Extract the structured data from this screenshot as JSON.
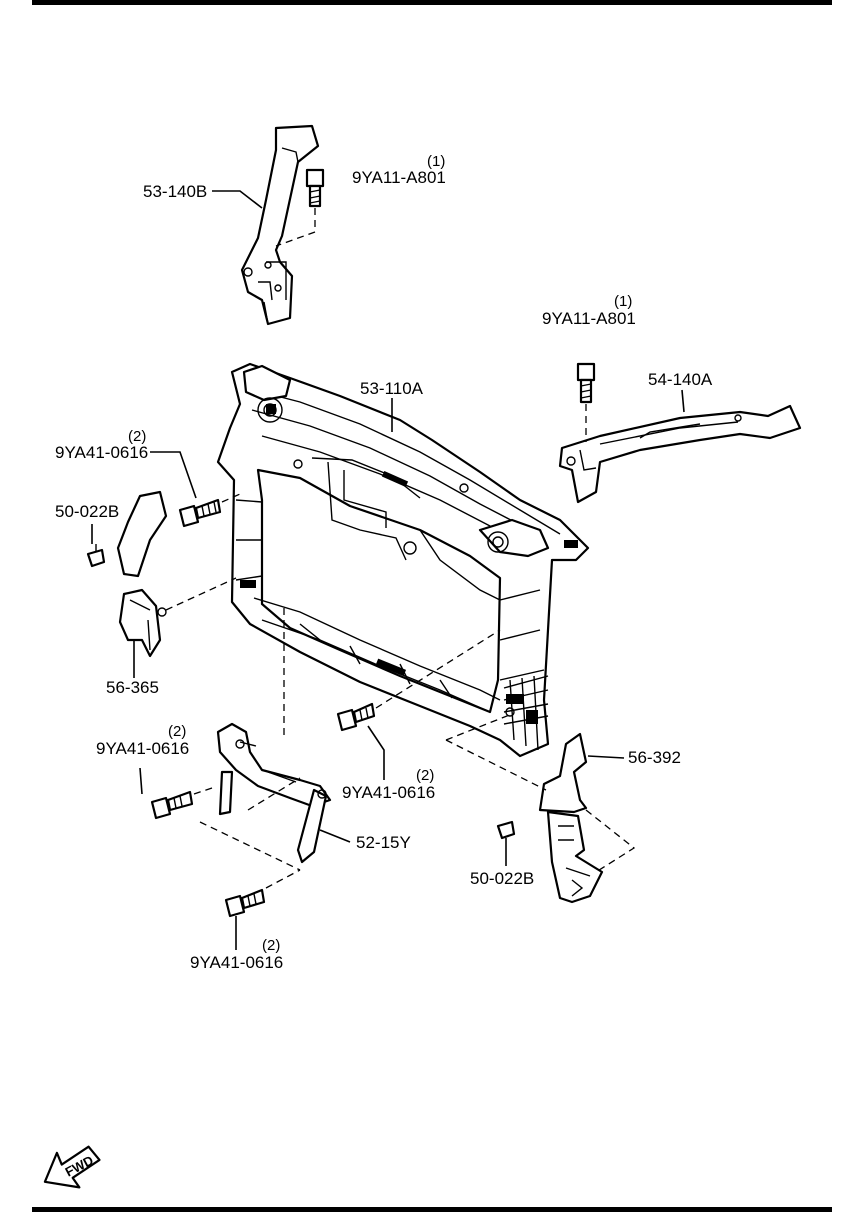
{
  "labels": {
    "p53_140b": "53-140B",
    "p54_140a": "54-140A",
    "p53_110a": "53-110A",
    "p50_022b_left": "50-022B",
    "p50_022b_right": "50-022B",
    "p56_365": "56-365",
    "p56_392": "56-392",
    "p52_15y": "52-15Y"
  },
  "fasteners": {
    "bolt_top_left": {
      "part": "9YA11-A801",
      "qty": "(1)"
    },
    "bolt_top_right": {
      "part": "9YA11-A801",
      "qty": "(1)"
    },
    "bolt_left_upper": {
      "part": "9YA41-0616",
      "qty": "(2)"
    },
    "bolt_left_lower": {
      "part": "9YA41-0616",
      "qty": "(2)"
    },
    "bolt_center": {
      "part": "9YA41-0616",
      "qty": "(2)"
    },
    "bolt_bottom": {
      "part": "9YA41-0616",
      "qty": "(2)"
    }
  },
  "fwd_label": "FWD",
  "icons": [
    "fwd-arrow-icon",
    "bolt-icon",
    "clip-icon"
  ]
}
